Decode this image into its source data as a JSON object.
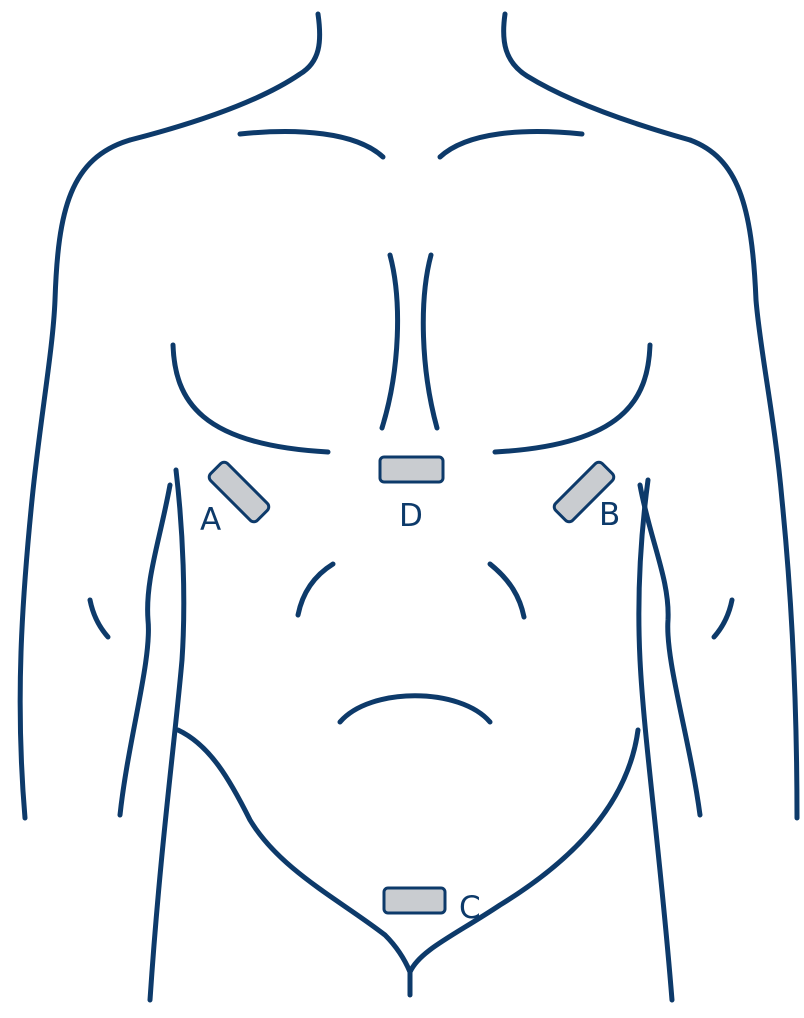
{
  "colors": {
    "outline": "#0d3a6a",
    "pad_fill": "#c9ccd0",
    "pad_stroke": "#0d3a6a",
    "label": "#0d3a6a",
    "background": "#ffffff"
  },
  "pads": [
    {
      "id": "A",
      "label": "A"
    },
    {
      "id": "B",
      "label": "B"
    },
    {
      "id": "C",
      "label": "C"
    },
    {
      "id": "D",
      "label": "D"
    }
  ]
}
